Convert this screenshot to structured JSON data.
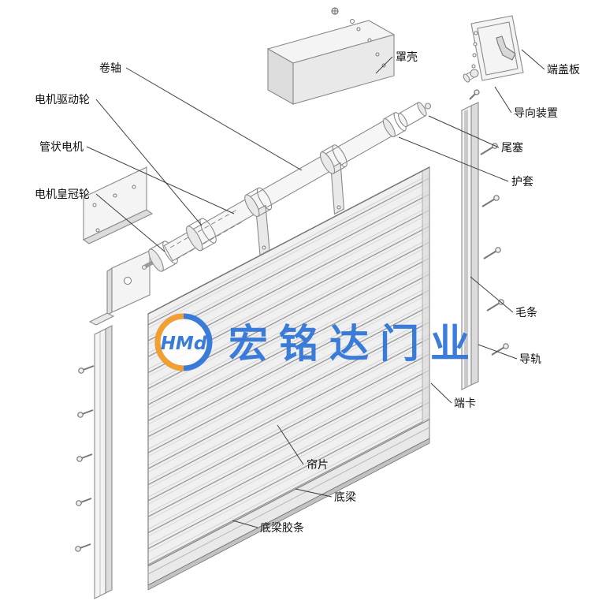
{
  "diagram": {
    "labels": [
      {
        "id": "roll-shaft",
        "text": "卷轴"
      },
      {
        "id": "motor-drive-wheel",
        "text": "电机驱动轮"
      },
      {
        "id": "tubular-motor",
        "text": "管状电机"
      },
      {
        "id": "motor-crown-wheel",
        "text": "电机皇冠轮"
      },
      {
        "id": "cover-housing",
        "text": "罩壳"
      },
      {
        "id": "end-cover-plate",
        "text": "端盖板"
      },
      {
        "id": "guide-device",
        "text": "导向装置"
      },
      {
        "id": "tail-plug",
        "text": "尾塞"
      },
      {
        "id": "protective-sleeve",
        "text": "护套"
      },
      {
        "id": "brush-strip",
        "text": "毛条"
      },
      {
        "id": "guide-rail",
        "text": "导轨"
      },
      {
        "id": "end-clip",
        "text": "端卡"
      },
      {
        "id": "curtain-slat",
        "text": "帘片"
      },
      {
        "id": "bottom-beam",
        "text": "底梁"
      },
      {
        "id": "bottom-beam-rubber",
        "text": "底梁胶条"
      }
    ],
    "watermark": {
      "logo_text": "HMd",
      "company": "宏铭达门业",
      "brand_blue": "#2e74d8",
      "brand_orange": "#f59b22"
    },
    "colors": {
      "line_art": "#8a8a8a",
      "label_text": "#111111"
    }
  }
}
